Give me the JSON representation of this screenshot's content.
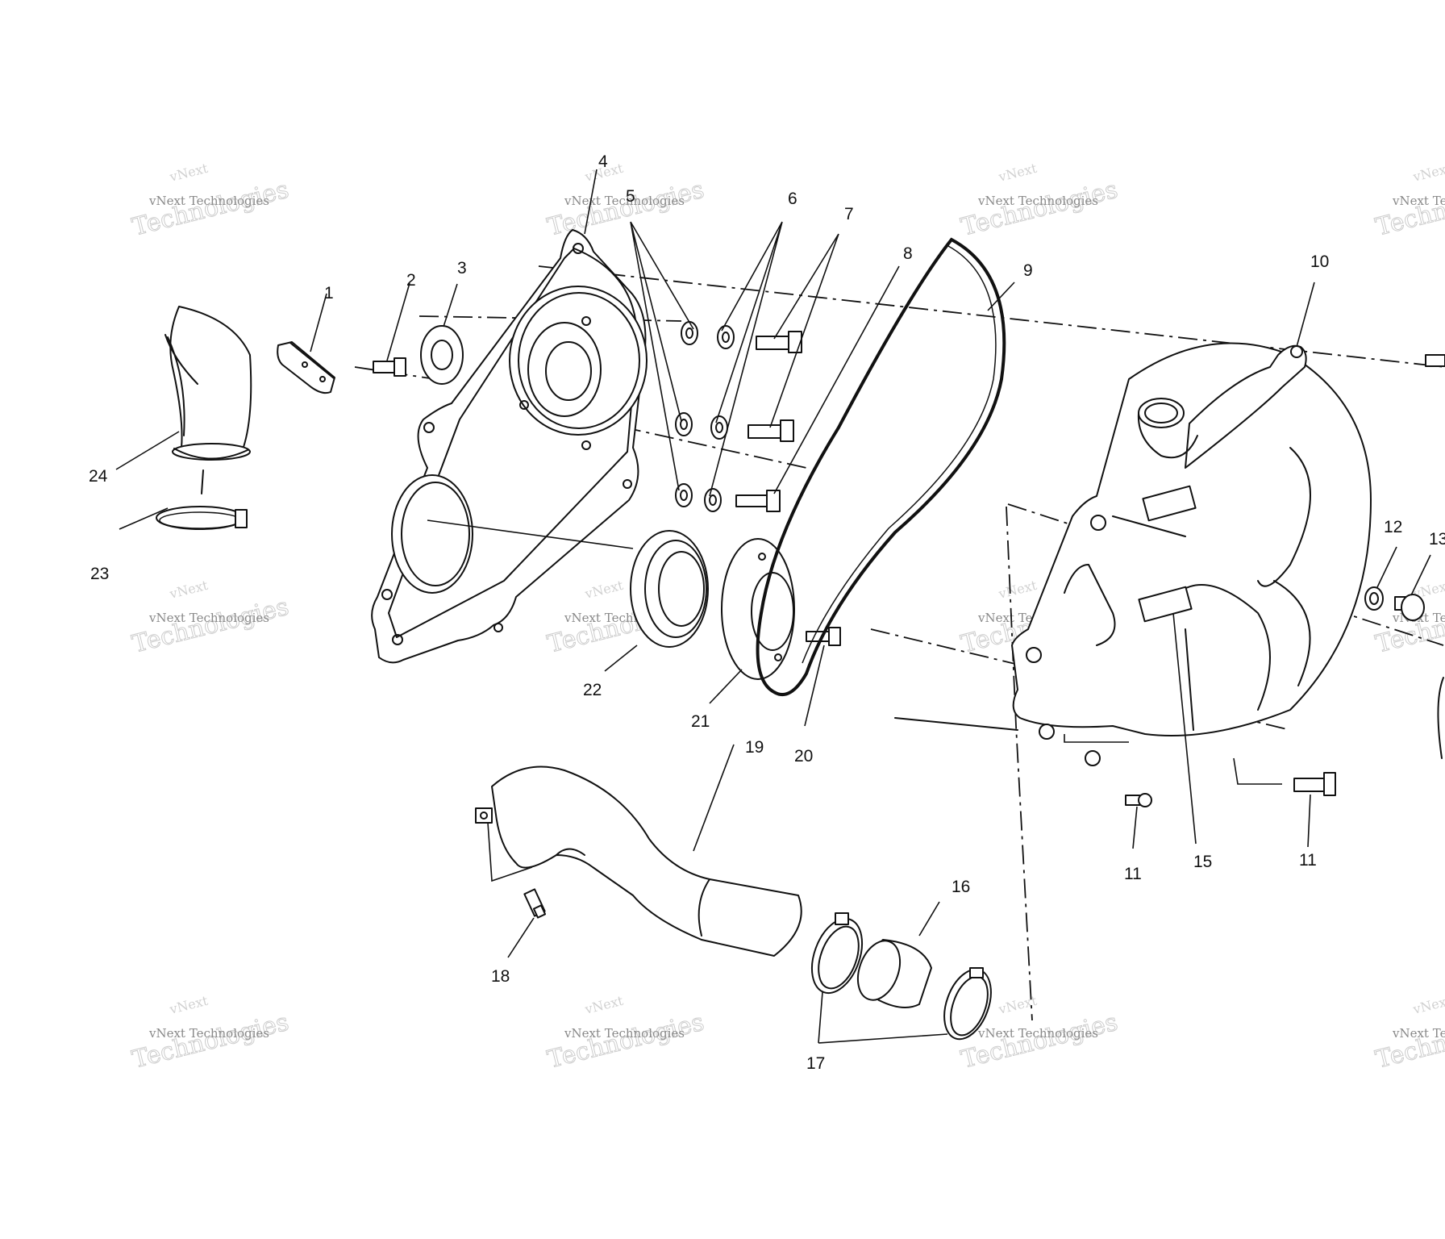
{
  "watermark": {
    "line1": "vNext",
    "line2": "vNext Technologies",
    "line3": "Technologies"
  },
  "callouts": [
    {
      "id": "c1",
      "text": "1",
      "part": "bracket"
    },
    {
      "id": "c2",
      "text": "2",
      "part": "screw"
    },
    {
      "id": "c3",
      "text": "3",
      "part": "washer"
    },
    {
      "id": "c4",
      "text": "4",
      "part": "inner-cover"
    },
    {
      "id": "c5",
      "text": "5",
      "part": "washers"
    },
    {
      "id": "c6",
      "text": "6",
      "part": "washers"
    },
    {
      "id": "c7",
      "text": "7",
      "part": "bolts"
    },
    {
      "id": "c8",
      "text": "8",
      "part": "bolt"
    },
    {
      "id": "c9",
      "text": "9",
      "part": "seal"
    },
    {
      "id": "c10",
      "text": "10",
      "part": "outer-cover"
    },
    {
      "id": "c11a",
      "text": "11",
      "part": "screw"
    },
    {
      "id": "c11b",
      "text": "11",
      "part": "bolt"
    },
    {
      "id": "c12",
      "text": "12",
      "part": "washer"
    },
    {
      "id": "c13",
      "text": "13",
      "part": "nut"
    },
    {
      "id": "c15",
      "text": "15",
      "part": "label"
    },
    {
      "id": "c16",
      "text": "16",
      "part": "coupler"
    },
    {
      "id": "c17",
      "text": "17",
      "part": "clamps"
    },
    {
      "id": "c18",
      "text": "18",
      "part": "screw"
    },
    {
      "id": "c19",
      "text": "19",
      "part": "duct"
    },
    {
      "id": "c20",
      "text": "20",
      "part": "screw"
    },
    {
      "id": "c21",
      "text": "21",
      "part": "plate"
    },
    {
      "id": "c22",
      "text": "22",
      "part": "seal"
    },
    {
      "id": "c23",
      "text": "23",
      "part": "clamp"
    },
    {
      "id": "c24",
      "text": "24",
      "part": "duct"
    }
  ]
}
